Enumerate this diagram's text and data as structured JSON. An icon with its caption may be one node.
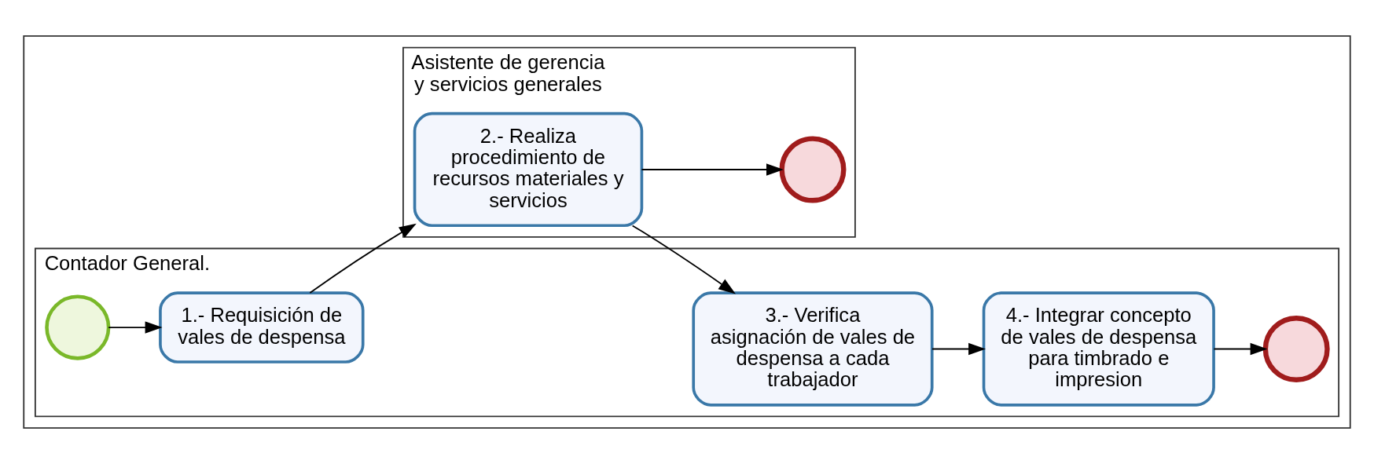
{
  "diagram": {
    "nodes": [
      {
        "text": [],
        "shape": "box"
      },
      {
        "text": [
          "Contador General."
        ],
        "in": 0
      },
      {
        "text": [
          "Asistente de gerencia y servicios generales"
        ],
        "in": 0
      },
      {
        "text": [],
        "shape": "circle",
        "in": 1
      },
      {
        "text": [
          "1.- Requisición de vales de despensa"
        ],
        "in": 1
      },
      {
        "text": [
          "3.- Verifica asignación de vales de despensa a cada trabajador"
        ],
        "in": 1
      },
      {
        "text": [
          "4.- Integrar concepto de vales de despensa para timbrado e impresion"
        ],
        "in": 1
      },
      {
        "text": [],
        "shape": "circle",
        "in": 1
      },
      {
        "text": [
          "2.- Realiza procedimiento de recursos materiales y servicios"
        ],
        "in": 2
      },
      {
        "text": [],
        "shape": "circle",
        "in": 2
      }
    ],
    "edges": [
      {
        "from": 3,
        "to": 4,
        "arrow": "to"
      },
      {
        "from": 4,
        "to": 8,
        "arrow": "to"
      },
      {
        "from": 8,
        "to": 5,
        "arrow": "to"
      },
      {
        "from": 5,
        "to": 6,
        "arrow": "to"
      },
      {
        "from": 6,
        "to": 7,
        "arrow": "to"
      },
      {
        "from": 8,
        "to": 9,
        "arrow": "to"
      }
    ]
  }
}
